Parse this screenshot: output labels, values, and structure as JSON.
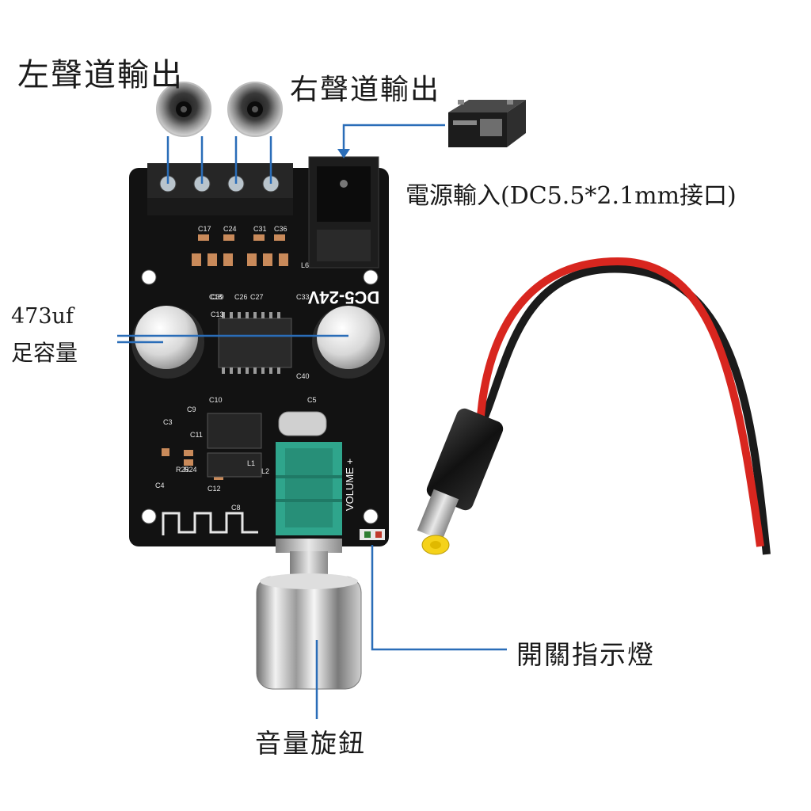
{
  "labels": {
    "left_output": "左聲道輸出",
    "right_output": "右聲道輸出",
    "power_input": "電源輸入(DC5.5*2.1mm接口)",
    "capacitor_value": "473uf",
    "capacitor_note": "足容量",
    "power_indicator": "開關指示燈",
    "volume_knob": "音量旋鈕"
  },
  "board": {
    "voltage_marking": "DC5-24V",
    "volume_marking": "VOLUME +",
    "component_labels": [
      "C17",
      "C24",
      "C31",
      "C36",
      "L6",
      "C13",
      "C39",
      "C18",
      "C26",
      "C27",
      "C33",
      "C40",
      "C10",
      "C3",
      "C11",
      "C9",
      "C5",
      "C4",
      "R25",
      "R24",
      "C12",
      "L2",
      "L1",
      "C8"
    ]
  },
  "colors": {
    "pcb": "#121212",
    "connector_pad": "#2a2a2a",
    "potentiometer": "#2fa58c",
    "leader_line": "#2a6db8",
    "wire_red": "#d8261f",
    "wire_black": "#1b1b1b",
    "plug_tip": "#f5d21a"
  }
}
